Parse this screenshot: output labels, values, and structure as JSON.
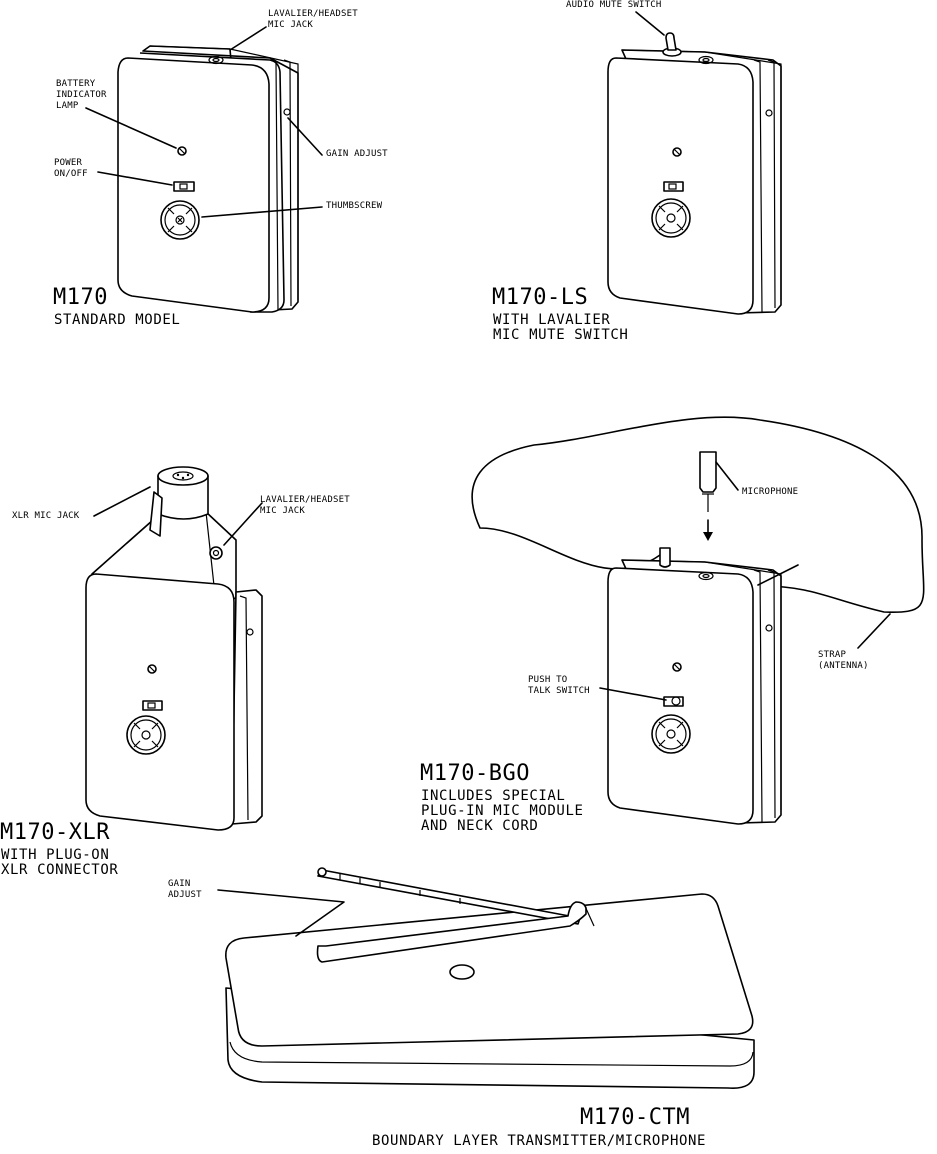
{
  "devices": {
    "m170": {
      "model": "M170",
      "subtitle": "STANDARD MODEL",
      "labels": {
        "lavalier_jack_1": "LAVALIER/HEADSET",
        "lavalier_jack_2": "MIC JACK",
        "battery_1": "BATTERY",
        "battery_2": "INDICATOR",
        "battery_3": "LAMP",
        "gain": "GAIN ADJUST",
        "power_1": "POWER",
        "power_2": "ON/OFF",
        "thumbscrew": "THUMBSCREW"
      }
    },
    "m170_ls": {
      "model": "M170-LS",
      "subtitle_1": "WITH LAVALIER",
      "subtitle_2": "MIC MUTE SWITCH",
      "labels": {
        "mute": "AUDIO MUTE SWITCH"
      }
    },
    "m170_xlr": {
      "model": "M170-XLR",
      "subtitle_1": "WITH PLUG-ON",
      "subtitle_2": "XLR CONNECTOR",
      "labels": {
        "xlr_jack": "XLR MIC JACK",
        "lavalier_jack_1": "LAVALIER/HEADSET",
        "lavalier_jack_2": "MIC JACK"
      }
    },
    "m170_bgo": {
      "model": "M170-BGO",
      "subtitle_1": "INCLUDES SPECIAL",
      "subtitle_2": "PLUG-IN MIC MODULE",
      "subtitle_3": "AND NECK CORD",
      "labels": {
        "microphone": "MICROPHONE",
        "strap_1": "STRAP",
        "strap_2": "(ANTENNA)",
        "ptt_1": "PUSH TO",
        "ptt_2": "TALK SWITCH"
      }
    },
    "m170_ctm": {
      "model": "M170-CTM",
      "subtitle": "BOUNDARY LAYER TRANSMITTER/MICROPHONE",
      "labels": {
        "gain_1": "GAIN",
        "gain_2": "ADJUST"
      }
    }
  }
}
